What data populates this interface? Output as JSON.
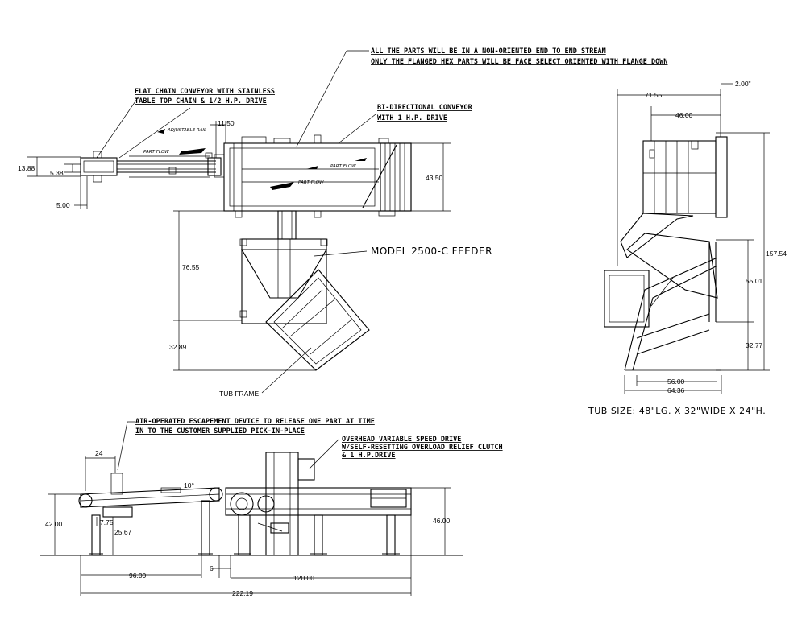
{
  "notes": {
    "stream_line1": "ALL THE PARTS WILL BE IN A NON-ORIENTED END TO END STREAM",
    "stream_line2": "ONLY  THE FLANGED HEX PARTS WILL BE FACE SELECT ORIENTED WITH FLANGE DOWN",
    "flat_chain_line1": "FLAT CHAIN CONVEYOR WITH STAINLESS",
    "flat_chain_line2": "TABLE TOP CHAIN & 1/2 H.P. DRIVE",
    "bidir_line1": "BI-DIRECTIONAL CONVEYOR",
    "bidir_line2": "WITH 1 H.P. DRIVE",
    "feeder": "MODEL 2500-C FEEDER",
    "tub_frame": "TUB FRAME",
    "tub_size": "TUB SIZE: 48\"LG. X 32\"WIDE X 24\"H.",
    "air_line1": "AIR-OPERATED ESCAPEMENT DEVICE TO RELEASE ONE PART AT TIME",
    "air_line2": "IN TO THE CUSTOMER SUPPLIED PICK-IN-PLACE",
    "drive_line1": "OVERHEAD VARIABLE SPEED DRIVE",
    "drive_line2": "W/SELF-RESETTING OVERLOAD RELIEF CLUTCH",
    "drive_line3": "& 1 H.P.DRIVE",
    "part_flow": "PART FLOW",
    "adjustable_rail": "ADJUSTABLE RAIL"
  },
  "dims_plan": {
    "d13_88": "13.88",
    "d5_38": "5.38",
    "d5_00": "5.00",
    "d11_50": "11.50",
    "d43_50": "43.50",
    "d76_55": "76.55",
    "d32_89": "32.89"
  },
  "dims_side": {
    "d71_55": "71.55",
    "d46_00": "46.00",
    "d2_00": "2.00\"",
    "d157_54": "157.54",
    "d55_01": "55.01",
    "d32_77": "32.77",
    "d56_00": "56.00",
    "d64_36": "64.36"
  },
  "dims_elev": {
    "d24": "24",
    "d10": "10°",
    "d42_00": "42.00",
    "d7_75": "7.75",
    "d25_67": "25.67",
    "d46_00": "46.00",
    "d96_00": "96.00",
    "d6": "6",
    "d120_00": "120.00",
    "d222_19": "222.19"
  }
}
